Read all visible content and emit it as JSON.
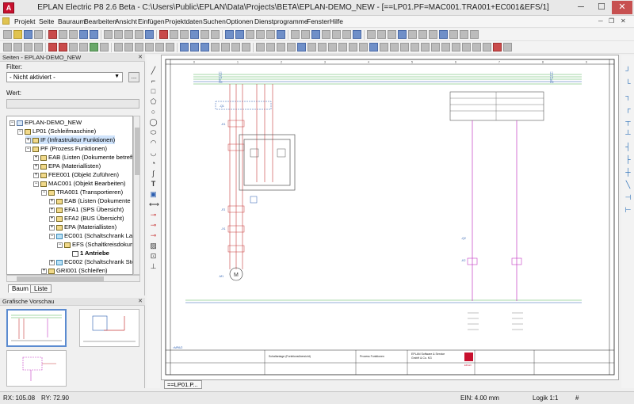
{
  "titlebar": {
    "title": "EPLAN Electric P8 2.6 Beta - C:\\Users\\Public\\EPLAN\\Data\\Projects\\BETA\\EPLAN-DEMO_NEW - [==LP01.PF=MAC001.TRA001+EC001&EFS/1]",
    "logo_letter": "A",
    "min": "─",
    "max": "☐",
    "close": "✕"
  },
  "menu": {
    "items": [
      "Projekt",
      "Seite",
      "Bauraum",
      "Bearbeiten",
      "Ansicht",
      "Einfügen",
      "Projektdaten",
      "Suchen",
      "Optionen",
      "Dienstprogramme",
      "Fenster",
      "Hilfe"
    ],
    "mdi_min": "─",
    "mdi_restore": "❐",
    "mdi_close": "✕"
  },
  "pages_panel": {
    "header": "Seiten - EPLAN-DEMO_NEW",
    "close": "✕",
    "filter_label": "Filter:",
    "filter_value": "- Nicht aktiviert -",
    "filter_btn": "...",
    "value_label": "Wert:",
    "tree": [
      {
        "label": "EPLAN-DEMO_NEW",
        "expander": "−",
        "icon": "project"
      },
      {
        "label": "LP01 (Schleifmaschine)",
        "expander": "−",
        "icon": "folder"
      },
      {
        "label": "IF (Infrastruktur Funktionen)",
        "expander": "+",
        "icon": "folder"
      },
      {
        "label": "PF (Prozess Funktionen)",
        "expander": "−",
        "icon": "folder"
      },
      {
        "label": "EAB (Listen (Dokumente betreffen",
        "expander": "+",
        "icon": "folder"
      },
      {
        "label": "EPA (Materiallisten)",
        "expander": "+",
        "icon": "folder"
      },
      {
        "label": "FEE001 (Objekt Zuführen)",
        "expander": "+",
        "icon": "folder"
      },
      {
        "label": "MAC001 (Objekt Bearbeiten)",
        "expander": "−",
        "icon": "folder"
      },
      {
        "label": "TRA001 (Transportieren)",
        "expander": "−",
        "icon": "folder"
      },
      {
        "label": "EAB (Listen (Dokumente b",
        "expander": "+",
        "icon": "folder"
      },
      {
        "label": "EFA1 (SPS Übersicht)",
        "expander": "+",
        "icon": "folder"
      },
      {
        "label": "EFA2 (BUS Übersicht)",
        "expander": "+",
        "icon": "folder"
      },
      {
        "label": "EPA (Materiallisten)",
        "expander": "+",
        "icon": "folder"
      },
      {
        "label": "EC001 (Schaltschrank Las",
        "expander": "−",
        "icon": "cabinet"
      },
      {
        "label": "EFS (Schaltkreisdokum",
        "expander": "−",
        "icon": "folder"
      },
      {
        "label": "1 Antriebe",
        "expander": "",
        "icon": "page"
      },
      {
        "label": "EC002 (Schaltschrank Ste",
        "expander": "+",
        "icon": "cabinet"
      },
      {
        "label": "GRI001 (Schleifen)",
        "expander": "+",
        "icon": "folder"
      }
    ],
    "tabs": [
      "Baum",
      "Liste"
    ]
  },
  "preview_panel": {
    "header": "Grafische Vorschau",
    "close": "✕"
  },
  "document_tab": "==LP01.P...",
  "status": {
    "rx": "RX: 105.08",
    "ry": "RY: 72.90",
    "ein": "EIN: 4.00 mm",
    "logik": "Logik 1:1",
    "hash": "#"
  },
  "schematic": {
    "rail_labels_left": [
      "L1",
      "L2",
      "L3",
      "N",
      "PE"
    ],
    "rail_labels_right": [
      "L1",
      "L2",
      "L3",
      "N",
      "PE"
    ],
    "device_labels": [
      "-Q1",
      "-K1",
      "-F2",
      "-M1",
      "-X1",
      "-Q2",
      "-K2"
    ],
    "motor_symbol": "M",
    "col_numbers": [
      "0",
      "1",
      "2",
      "3",
      "4",
      "5",
      "6",
      "7",
      "8",
      "9"
    ],
    "title_block": {
      "page_desc": "Schaltanlage (Funktionsübersicht)",
      "func_desc": "Prozess Funktionen",
      "company": "EPLAN Software & Service",
      "company2": "GmbH & Co. KG",
      "logo": "EPLAN",
      "scale_ref": "=MPA/2"
    }
  },
  "colors": {
    "accent": "#c8102e",
    "rail_green": "#4caf50",
    "wire_blue": "#2a5db0",
    "wire_red": "#c83a3a",
    "wire_magenta": "#c43bc4",
    "selection": "#cfe3fb"
  }
}
